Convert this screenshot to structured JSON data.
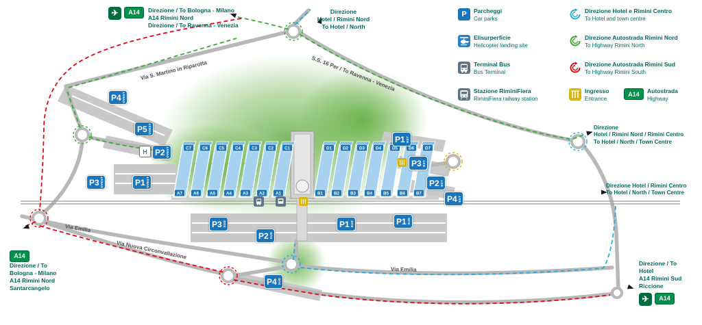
{
  "badges": {
    "a14": "A14"
  },
  "icons": {
    "plane": "✈",
    "parking_letter": "P",
    "helipad_letter": "H"
  },
  "colors": {
    "parking_blue": "#1b75bb",
    "badge_green": "#00914a",
    "text_teal": "#00685f",
    "route_red": "#e30613",
    "route_green": "#3aaa35",
    "route_cyan": "#29abe2",
    "entrance_yellow": "#d8b511"
  },
  "directions": {
    "top_left": {
      "lines": [
        "Direzione / To Bologna - Milano",
        "A14 Rimini Nord",
        "Direzione / To Ravenna - Venezia"
      ]
    },
    "top_center": {
      "lines": [
        "Direzione",
        "Hotel / Rimini Nord",
        "To Hotel / North"
      ]
    },
    "right_upper": {
      "lines": [
        "Direzione",
        "Hotel / Rimini Nord / Rimini Centro",
        "To Hotel / North / Town Centre"
      ]
    },
    "right_mid": {
      "lines": [
        "Direzione Hotel / Rimini Centro",
        "To Hotel / North / Town Centre"
      ]
    },
    "bottom_left": {
      "lines": [
        "Direzione / To",
        "Bologna - Milano",
        "A14 Rimini Nord",
        "Santarcangelo"
      ]
    },
    "bottom_right": {
      "lines": [
        "Direzione / To",
        "Hotel",
        "A14 Rimini Sud",
        "Riccione"
      ]
    }
  },
  "legend": {
    "col1": [
      {
        "icon": "car-parks",
        "title": "Parcheggi",
        "subtitle": "Car parks"
      },
      {
        "icon": "helicopter",
        "title": "Elisurperficie",
        "subtitle": "Helicopter landing site"
      },
      {
        "icon": "bus",
        "title": "Terminal Bus",
        "subtitle": "Bus Terminal"
      },
      {
        "icon": "train",
        "title": "Stazione RiminiFiera",
        "subtitle": "RiminiFiera railway station"
      }
    ],
    "col2": [
      {
        "icon": "spiral-cyan",
        "title": "Direzione Hotel e Rimini Centro",
        "subtitle": "To Hotel and town centre"
      },
      {
        "icon": "spiral-green",
        "title": "Direzione Autostrada Rimini Nord",
        "subtitle": "To Highway Rimini North"
      },
      {
        "icon": "spiral-red",
        "title": "Direzione Autostrada Rimini Sud",
        "subtitle": "To Highway Rimini South"
      },
      {
        "icon": "entrance",
        "title": "Ingresso",
        "subtitle": "Entrance",
        "badge": "A14",
        "badge_title": "Autostrada",
        "badge_subtitle": "Highway"
      }
    ]
  },
  "road_labels": [
    "Via S. Martino in Riparotta",
    "S.S. 16 Per / To Ravenna - Venezia",
    "Via Emilia",
    "Via Nuova Circonvallazione",
    "Via Emilia"
  ],
  "parking_signs": [
    {
      "label": "P4",
      "zone": "OVEST"
    },
    {
      "label": "P5",
      "zone": "OVEST"
    },
    {
      "label": "P2",
      "zone": "OVEST"
    },
    {
      "label": "P3",
      "zone": "OVEST"
    },
    {
      "label": "P1",
      "zone": "OVEST"
    },
    {
      "label": "P1",
      "zone": "EST"
    },
    {
      "label": "P3",
      "zone": "EST"
    },
    {
      "label": "P2",
      "zone": "EST"
    },
    {
      "label": "P4",
      "zone": "EST"
    },
    {
      "label": "P3",
      "zone": "SUD"
    },
    {
      "label": "P2",
      "zone": "SUD"
    },
    {
      "label": "P1",
      "zone": "SUD"
    },
    {
      "label": "P1",
      "zone": "SUD"
    },
    {
      "label": "P4",
      "zone": "SUD"
    }
  ],
  "halls": {
    "west_top": [
      "C7",
      "C6",
      "C5",
      "C4",
      "C3",
      "C2",
      "C1"
    ],
    "west_bottom": [
      "A7",
      "A6",
      "A5",
      "A4",
      "A3",
      "A2",
      "A1"
    ],
    "east_top": [
      "D1",
      "D2",
      "D3",
      "D4",
      "D5",
      "D6",
      "D7"
    ],
    "east_bottom": [
      "B1",
      "B2",
      "B3",
      "B4",
      "B5",
      "B6",
      "B7"
    ]
  }
}
